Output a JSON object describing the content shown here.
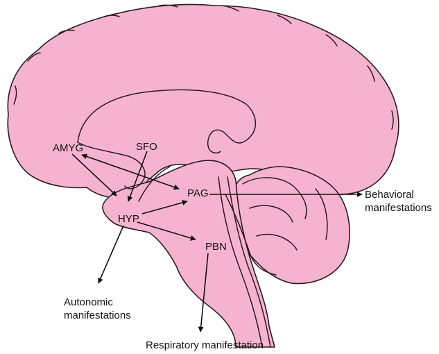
{
  "labels": {
    "amyg": "AMYG",
    "sfo": "SFO",
    "pag": "PAG",
    "hyp": "HYP",
    "pbn": "PBN",
    "behavioral_line1": "Behavioral",
    "behavioral_line2": "manifestations",
    "autonomic_line1": "Autonomic",
    "autonomic_line2": "manifestations",
    "respiratory": "Respiratory manifestation"
  },
  "colors": {
    "brain_fill": "#f6b3cf",
    "outline": "#2a1a22",
    "arrow": "#111111"
  }
}
